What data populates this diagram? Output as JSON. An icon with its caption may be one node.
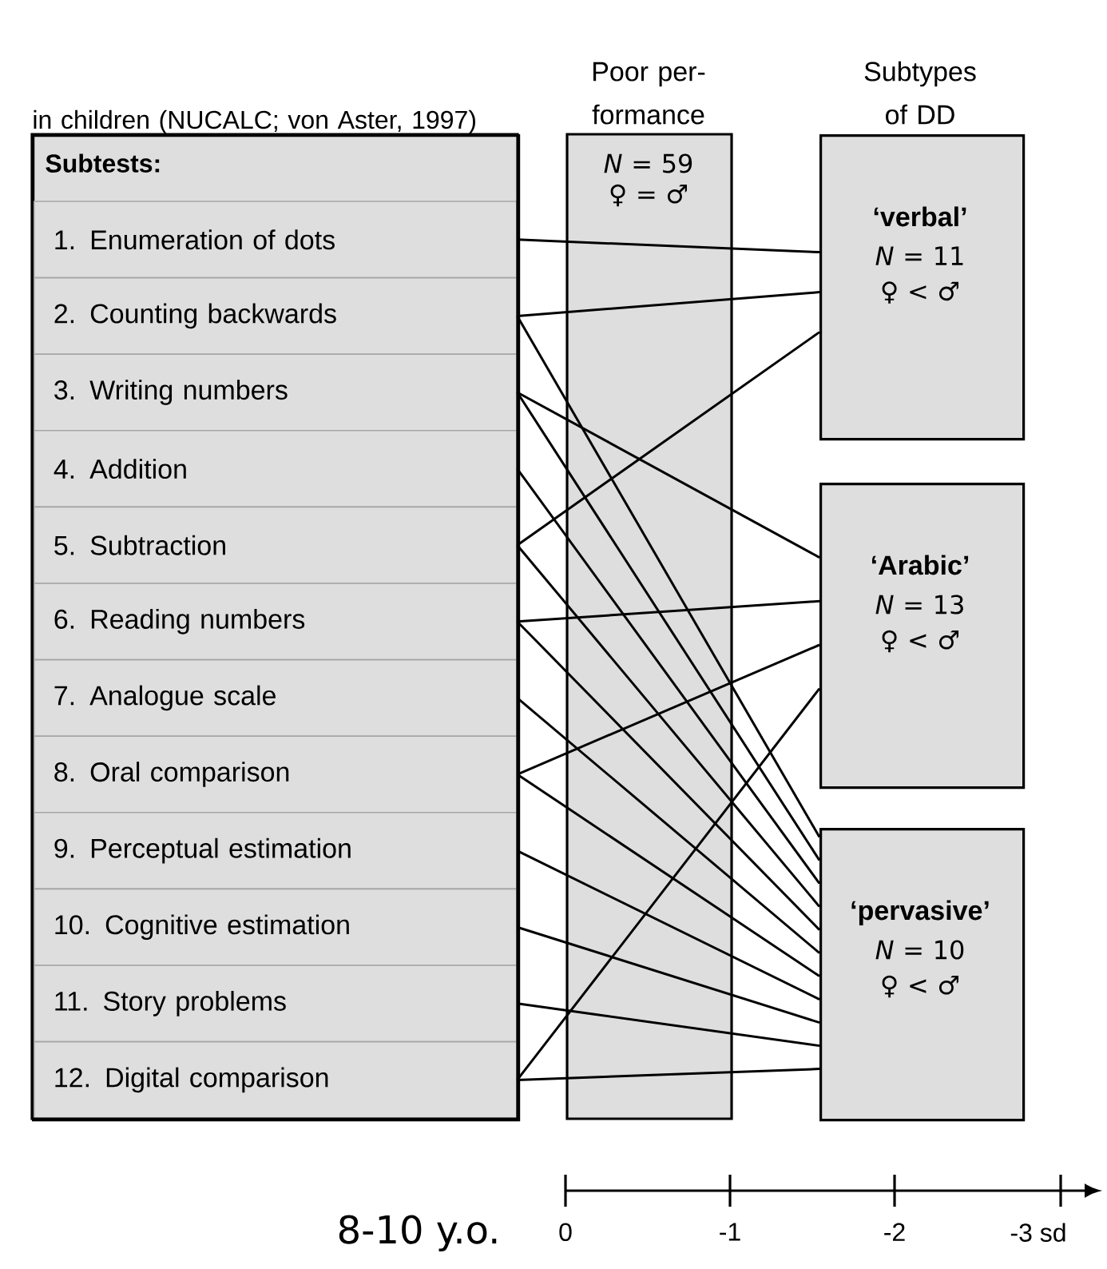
{
  "diagram": {
    "caption": "8-10 y.o.",
    "nodes": [
      {
        "text": [
          "in children (NUCALC; von Aster, 1997)",
          "Subtests:"
        ]
      },
      {
        "text": [
          "1. Enumeration of dots"
        ],
        "in": 0
      },
      {
        "text": [
          "2. Counting backwards"
        ],
        "in": 0
      },
      {
        "text": [
          "3. Writing numbers"
        ],
        "in": 0
      },
      {
        "text": [
          "4. Addition"
        ],
        "in": 0
      },
      {
        "text": [
          "5. Subtraction"
        ],
        "in": 0
      },
      {
        "text": [
          "6. Reading numbers"
        ],
        "in": 0
      },
      {
        "text": [
          "7. Analogue scale"
        ],
        "in": 0
      },
      {
        "text": [
          "8. Oral comparison"
        ],
        "in": 0
      },
      {
        "text": [
          "9. Perceptual estimation"
        ],
        "in": 0
      },
      {
        "text": [
          "10. Cognitive estimation"
        ],
        "in": 0
      },
      {
        "text": [
          "11. Story problems"
        ],
        "in": 0
      },
      {
        "text": [
          "12. Digital comparison"
        ],
        "in": 0
      },
      {
        "text": [
          "‘verbal’",
          "*N* = 11 ♀ < ♂"
        ]
      },
      {
        "text": [
          "‘Arabic’",
          "*N* = 13 ♀ < ♂"
        ]
      },
      {
        "text": [
          "‘pervasive’",
          "*N* = 10 ♀ < ♂"
        ]
      }
    ],
    "edges": [
      {
        "from": 1,
        "to": 13,
        "arrow": "none"
      },
      {
        "from": 2,
        "to": 13,
        "arrow": "none"
      },
      {
        "from": 2,
        "to": 15,
        "arrow": "none"
      },
      {
        "from": 3,
        "to": 14,
        "arrow": "none"
      },
      {
        "from": 3,
        "to": 15,
        "arrow": "none"
      },
      {
        "from": 4,
        "to": 15,
        "arrow": "none"
      },
      {
        "from": 5,
        "to": 13,
        "arrow": "none"
      },
      {
        "from": 5,
        "to": 15,
        "arrow": "none"
      },
      {
        "from": 6,
        "to": 14,
        "arrow": "none"
      },
      {
        "from": 6,
        "to": 15,
        "arrow": "none"
      },
      {
        "from": 7,
        "to": 15,
        "arrow": "none"
      },
      {
        "from": 8,
        "to": 14,
        "arrow": "none"
      },
      {
        "from": 8,
        "to": 15,
        "arrow": "none"
      },
      {
        "from": 9,
        "to": 15,
        "arrow": "none"
      },
      {
        "from": 10,
        "to": 15,
        "arrow": "none"
      },
      {
        "from": 11,
        "to": 15,
        "arrow": "none"
      },
      {
        "from": 12,
        "to": 14,
        "arrow": "none"
      },
      {
        "from": 12,
        "to": 15,
        "arrow": "none"
      }
    ],
    "labels": [
      "Poor per- formance",
      "*N* = 59 ♀ = ♂",
      "Subtypes of DD",
      "0",
      "-1",
      "-2",
      "-3 sd"
    ]
  }
}
